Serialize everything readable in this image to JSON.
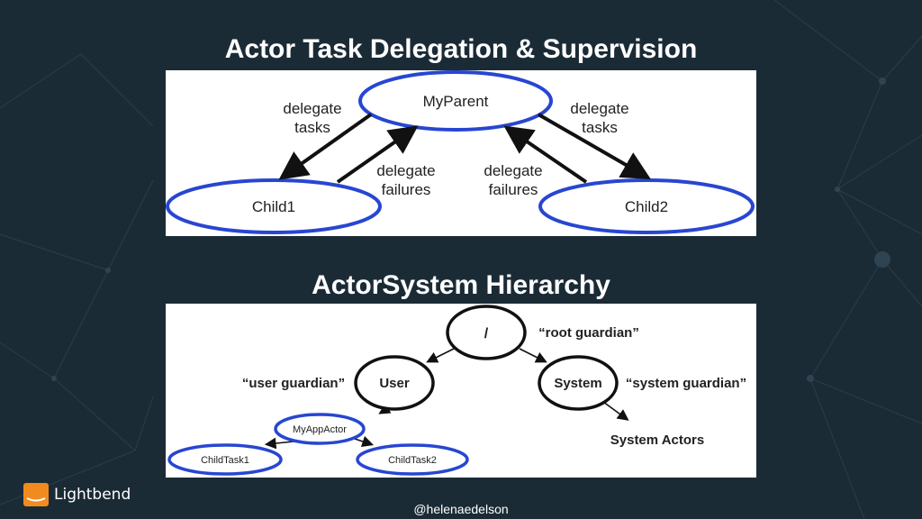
{
  "slide": {
    "title_delegation": "Actor Task Delegation & Supervision",
    "title_hierarchy": "ActorSystem Hierarchy",
    "footer_handle": "@helenaedelson",
    "brand": "Lightbend"
  },
  "delegation": {
    "parent": "MyParent",
    "child1": "Child1",
    "child2": "Child2",
    "left_down_label": [
      "delegate",
      "tasks"
    ],
    "left_up_label": [
      "delegate",
      "failures"
    ],
    "right_down_label": [
      "delegate",
      "tasks"
    ],
    "right_up_label": [
      "delegate",
      "failures"
    ]
  },
  "hierarchy": {
    "root": "/",
    "root_caption": "“root guardian”",
    "user": "User",
    "user_caption": "“user guardian”",
    "system": "System",
    "system_caption": "“system guardian”",
    "app_actor": "MyAppActor",
    "task1": "ChildTask1",
    "task2": "ChildTask2",
    "system_actors": "System Actors"
  },
  "colors": {
    "background": "#1b2b36",
    "node_outline": "#2746d1",
    "brand_orange": "#f28b1e"
  }
}
